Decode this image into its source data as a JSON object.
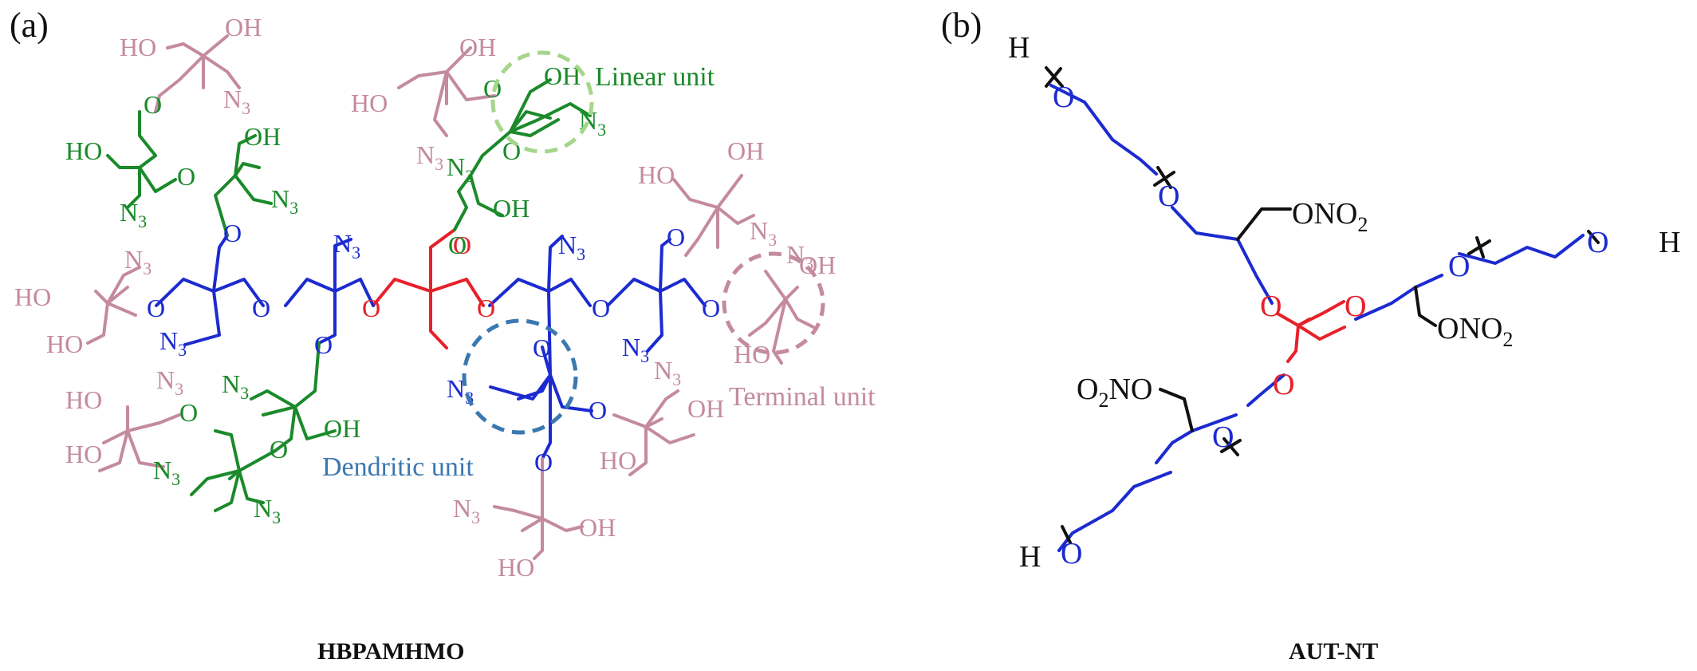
{
  "panels": {
    "a": {
      "tag": "(a)",
      "caption": "HBPAMHMO",
      "unit_labels": {
        "linear": "Linear unit",
        "terminal": "Terminal unit",
        "dendritic": "Dendritic unit"
      }
    },
    "b": {
      "tag": "(b)",
      "caption": "AUT-NT"
    }
  },
  "atoms": {
    "hydroxyl": "HO",
    "hydroxyl_right": "OH",
    "ether_oxygen": "O",
    "azide": "N",
    "azide_subscript": "3",
    "nitrate": "ONO",
    "nitrate_subscript": "2",
    "nitrate_left_prefix": "O",
    "nitrate_left_tail": "NO",
    "hydrogen": "H"
  },
  "colors": {
    "core": "#e8202a",
    "dendritic": "#1c2bd0",
    "linear": "#1a8a2a",
    "terminal": "#c48aa0",
    "linear_circle": "#a6d58c",
    "terminal_circle": "#c48aa0",
    "dendritic_circle": "#3a78b0",
    "ink": "#111111"
  }
}
